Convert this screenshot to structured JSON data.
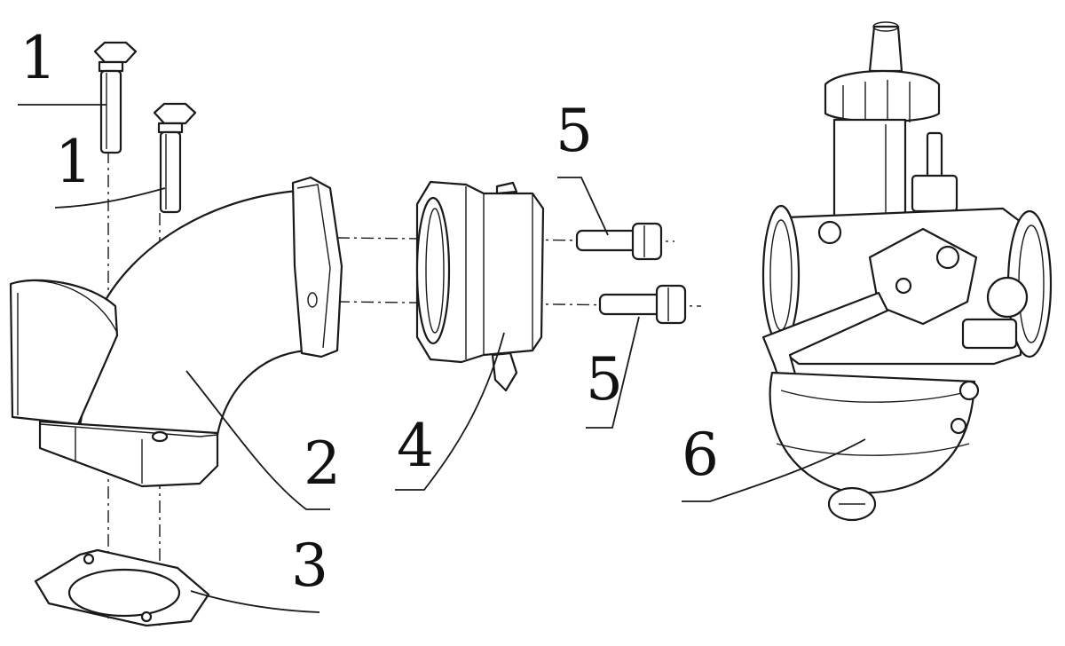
{
  "callouts": [
    {
      "id": "bolt-upper",
      "label": "1"
    },
    {
      "id": "bolt-lower",
      "label": "1"
    },
    {
      "id": "manifold",
      "label": "2"
    },
    {
      "id": "gasket",
      "label": "3"
    },
    {
      "id": "insulator",
      "label": "4"
    },
    {
      "id": "screw-upper",
      "label": "5"
    },
    {
      "id": "screw-lower",
      "label": "5"
    },
    {
      "id": "carburetor",
      "label": "6"
    }
  ],
  "colors": {
    "line": "#1a1a1a",
    "background": "#ffffff"
  }
}
